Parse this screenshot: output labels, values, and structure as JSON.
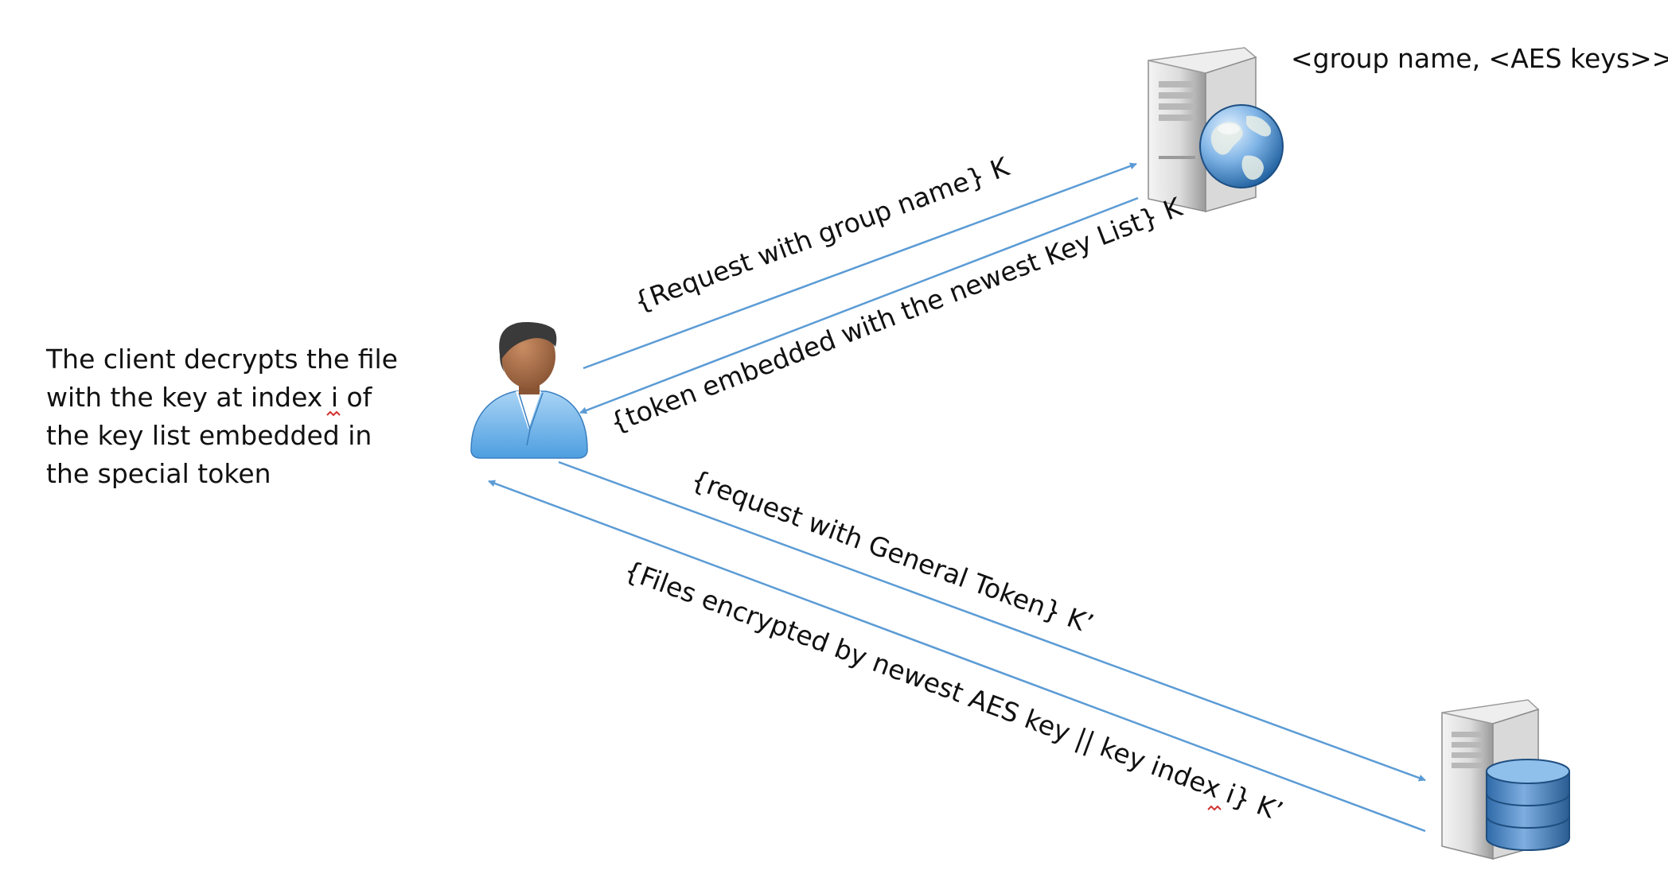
{
  "notes": {
    "group_server": "<group name, <AES keys>>",
    "client_lines": [
      "The client decrypts the file",
      "with the key at index i of",
      "the key list embedded in",
      "the special token"
    ]
  },
  "messages": {
    "request_group": "{Request with group name} K",
    "token_response": "{token embedded with the newest Key List} K",
    "request_file": "{request with General Token} K’",
    "files_response": "{Files encrypted by newest AES key || key index i} K’"
  },
  "icons": {
    "client": "user-icon",
    "group_server": "web-server-icon",
    "file_server": "database-server-icon"
  },
  "colors": {
    "arrow": "#5b9bd5",
    "text": "#111111",
    "spellcheck": "#d0312d"
  }
}
